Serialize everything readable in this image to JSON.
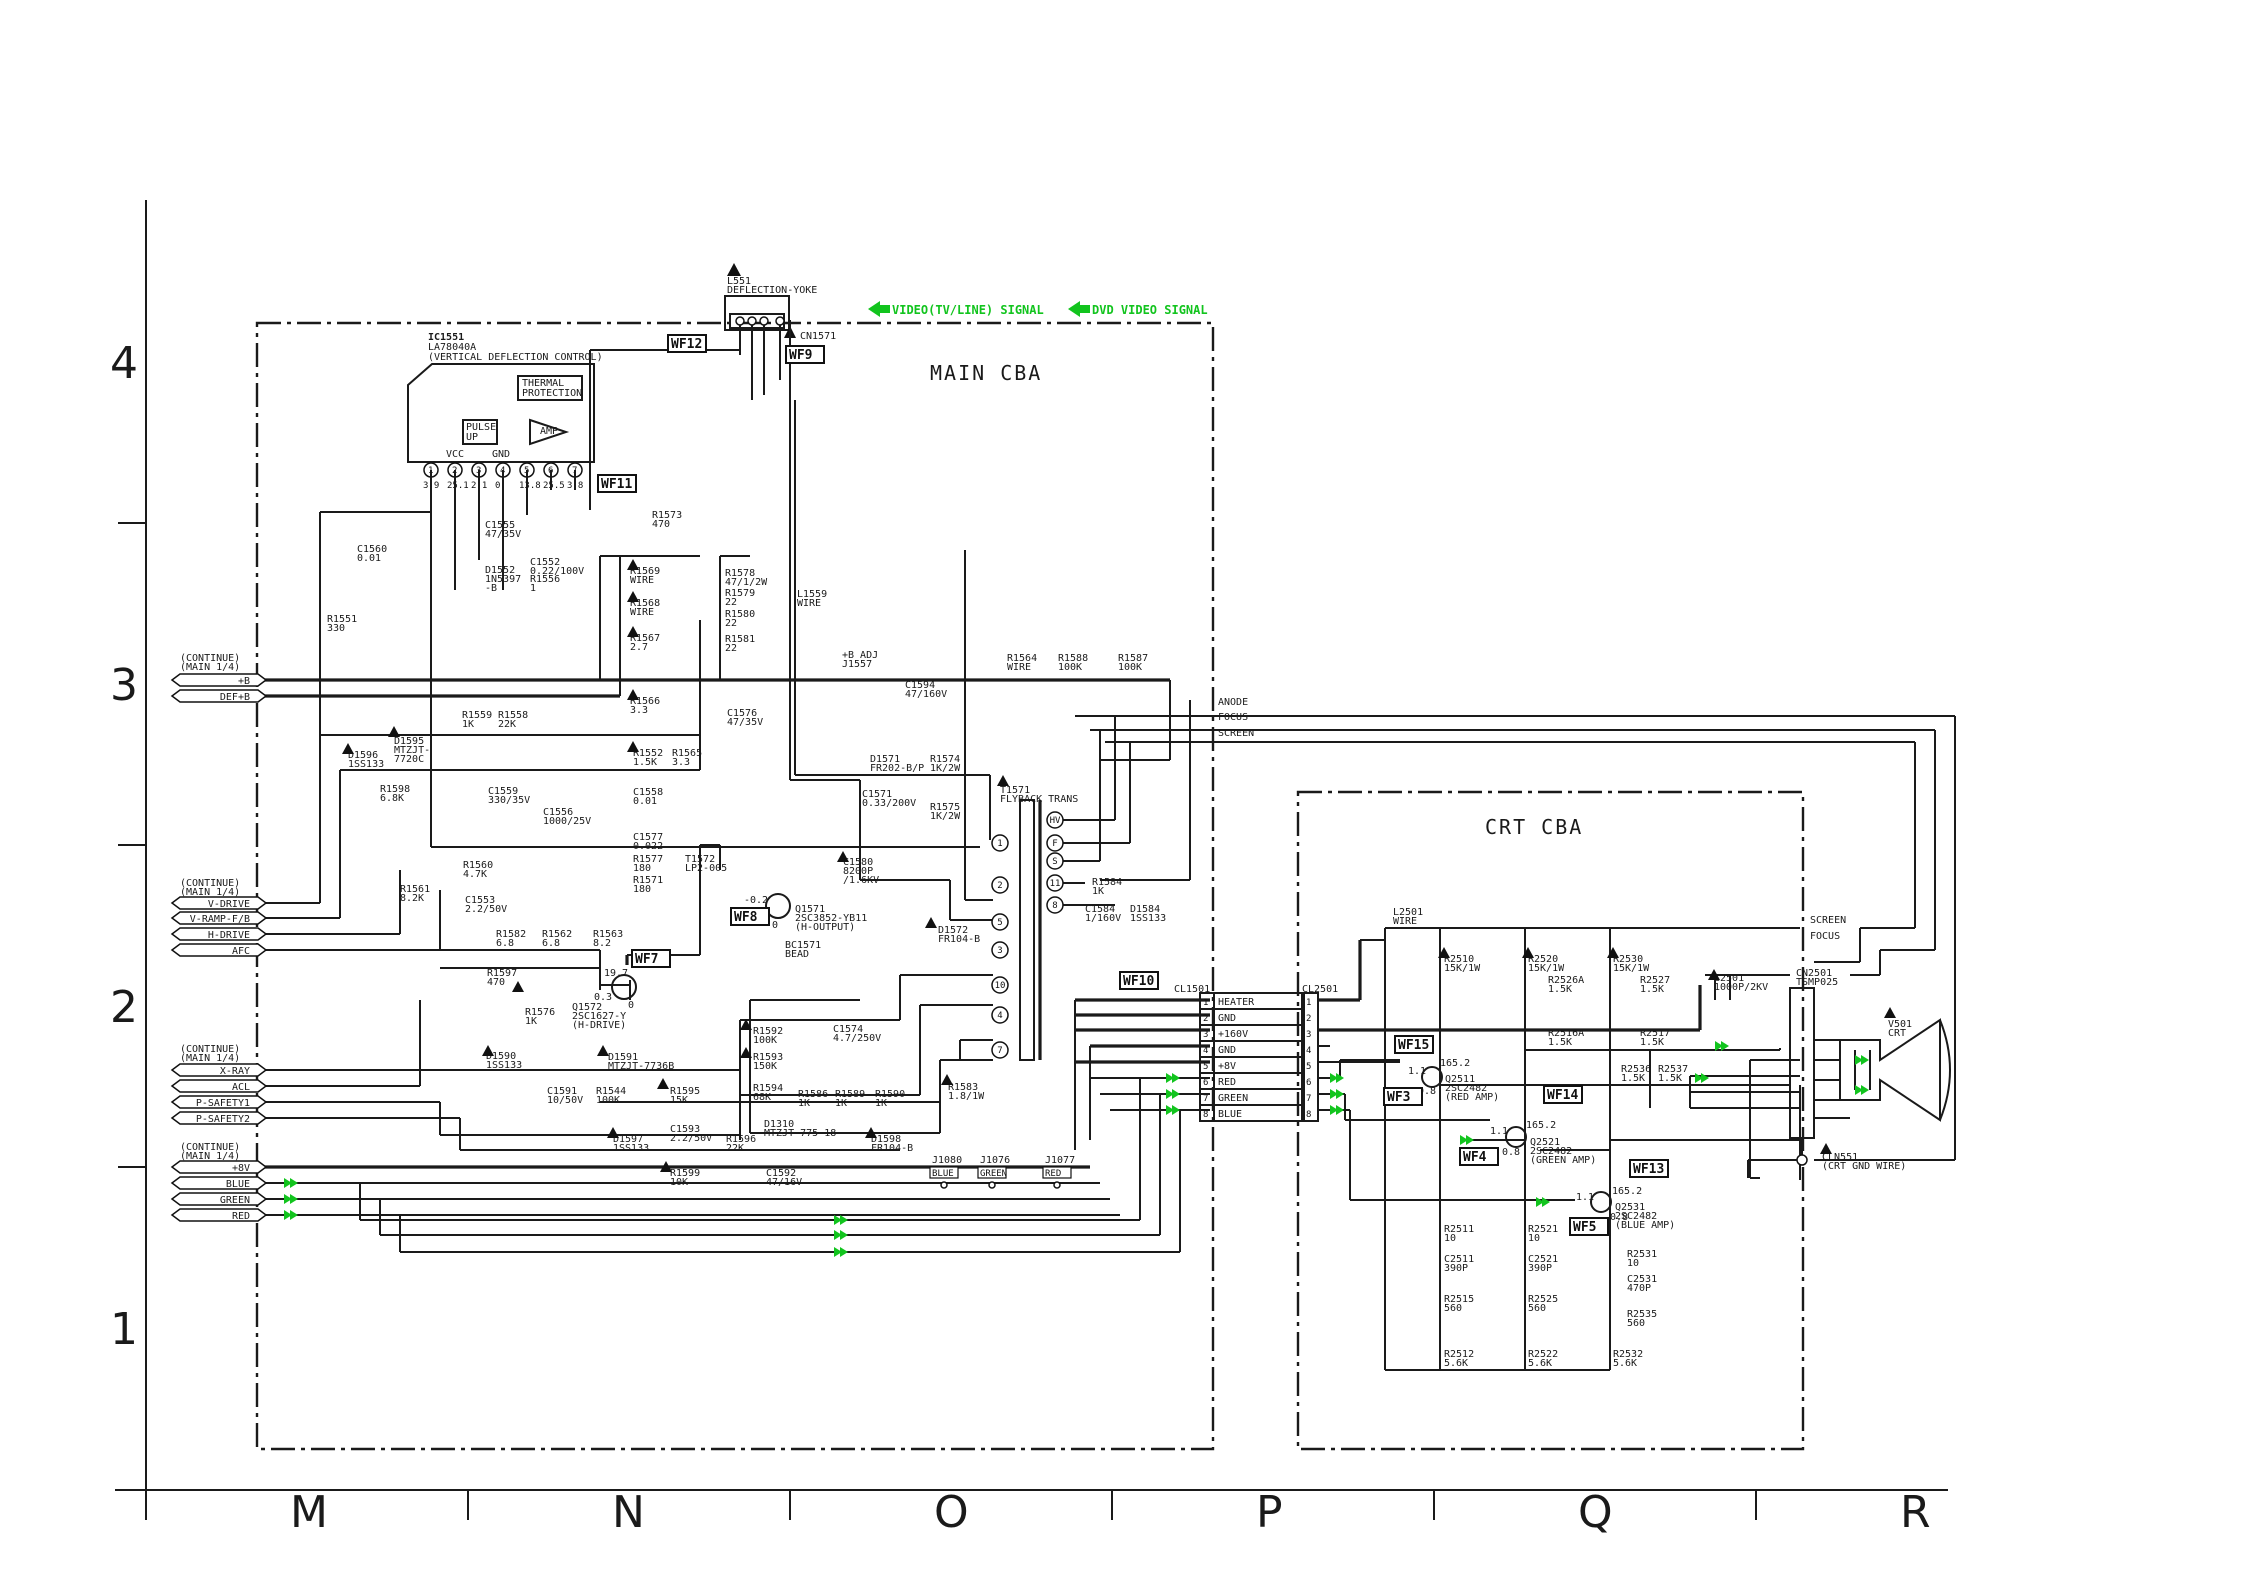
{
  "grid": {
    "rows": [
      "4",
      "3",
      "2",
      "1"
    ],
    "cols": [
      "M",
      "N",
      "O",
      "P",
      "Q",
      "R"
    ]
  },
  "legend": {
    "video": "VIDEO(TV/LINE) SIGNAL",
    "dvd": "DVD VIDEO SIGNAL"
  },
  "blocks": {
    "main": "MAIN CBA",
    "crt": "CRT CBA"
  },
  "ic": {
    "ref": "IC1551",
    "part": "LA78040A",
    "desc": "(VERTICAL DEFLECTION CONTROL)",
    "thermal1": "THERMAL",
    "thermal2": "PROTECTION",
    "pulse1": "PULSE",
    "pulse2": "UP",
    "amp": "AMP",
    "vcc": "VCC",
    "gnd": "GND",
    "pins": [
      "1",
      "2",
      "3",
      "4",
      "5",
      "6",
      "7"
    ],
    "volts": [
      "3.9",
      "25.1",
      "2.1",
      "0",
      "13.8",
      "25.5",
      "3.8"
    ]
  },
  "yoke": {
    "ref": "L551",
    "name": "DEFLECTION-YOKE",
    "cn": "CN1571"
  },
  "wf": [
    "WF12",
    "WF9",
    "WF11",
    "WF8",
    "WF7",
    "WF10",
    "WF15",
    "WF3",
    "WF14",
    "WF4",
    "WF13",
    "WF5"
  ],
  "continue": {
    "c1a": "(CONTINUE)",
    "c1b": "(MAIN 1/4)",
    "c2a": "(CONTINUE)",
    "c2b": "(MAIN 1/4)",
    "c3a": "(CONTINUE)",
    "c3b": "(MAIN 1/4)",
    "c4a": "(CONTINUE)",
    "c4b": "(MAIN 1/4)"
  },
  "ports": [
    "+B",
    "DEF+B",
    "V-DRIVE",
    "V-RAMP-F/B",
    "H-DRIVE",
    "AFC",
    "X-RAY",
    "ACL",
    "P-SAFETY1",
    "P-SAFETY2",
    "+8V",
    "BLUE",
    "GREEN",
    "RED"
  ],
  "components": [
    {
      "id": "c1560",
      "a": "C1560",
      "b": "0.01"
    },
    {
      "id": "r1551",
      "a": "R1551",
      "b": "330"
    },
    {
      "id": "c1555",
      "a": "C1555",
      "b": "47/35V"
    },
    {
      "id": "r1573",
      "a": "R1573",
      "b": "470"
    },
    {
      "id": "d1552",
      "a": "D1552",
      "b": "1N5397",
      "c": "-B"
    },
    {
      "id": "c1552",
      "a": "C1552",
      "b": "0.22/100V"
    },
    {
      "id": "r1556",
      "a": "R1556",
      "b": "1"
    },
    {
      "id": "r1569",
      "a": "R1569",
      "b": "WIRE"
    },
    {
      "id": "r1568",
      "a": "R1568",
      "b": "WIRE"
    },
    {
      "id": "r1567",
      "a": "R1567",
      "b": "2.7"
    },
    {
      "id": "r1578",
      "a": "R1578",
      "b": "47/1/2W"
    },
    {
      "id": "r1579",
      "a": "R1579",
      "b": "22"
    },
    {
      "id": "r1580",
      "a": "R1580",
      "b": "22"
    },
    {
      "id": "r1581",
      "a": "R1581",
      "b": "22"
    },
    {
      "id": "l1559",
      "a": "L1559",
      "b": "WIRE"
    },
    {
      "id": "j1557",
      "a": "+B ADJ",
      "b": "J1557"
    },
    {
      "id": "c1594",
      "a": "C1594",
      "b": "47/160V"
    },
    {
      "id": "r1564",
      "a": "R1564",
      "b": "WIRE"
    },
    {
      "id": "r1588",
      "a": "R1588",
      "b": "100K"
    },
    {
      "id": "r1587",
      "a": "R1587",
      "b": "100K"
    },
    {
      "id": "r1566",
      "a": "R1566",
      "b": "3.3"
    },
    {
      "id": "c1576",
      "a": "C1576",
      "b": "47/35V"
    },
    {
      "id": "r1559",
      "a": "R1559",
      "b": "1K"
    },
    {
      "id": "r1558",
      "a": "R1558",
      "b": "22K"
    },
    {
      "id": "r1552",
      "a": "R1552",
      "b": "1.5K"
    },
    {
      "id": "r1565",
      "a": "R1565",
      "b": "3.3"
    },
    {
      "id": "d1596",
      "a": "D1596",
      "b": "1SS133"
    },
    {
      "id": "d1595",
      "a": "D1595",
      "b": "MTZJT-",
      "c": "7720C"
    },
    {
      "id": "r1598",
      "a": "R1598",
      "b": "6.8K"
    },
    {
      "id": "c1559",
      "a": "C1559",
      "b": "330/35V"
    },
    {
      "id": "c1556",
      "a": "C1556",
      "b": "1000/25V"
    },
    {
      "id": "c1558",
      "a": "C1558",
      "b": "0.01"
    },
    {
      "id": "c1571",
      "a": "C1571",
      "b": "0.33/200V"
    },
    {
      "id": "d1571",
      "a": "D1571",
      "b": "FR202-B/P"
    },
    {
      "id": "r1574",
      "a": "R1574",
      "b": "1K/2W"
    },
    {
      "id": "r1575",
      "a": "R1575",
      "b": "1K/2W"
    },
    {
      "id": "t1571",
      "a": "T1571",
      "b": "FLYBACK TRANS"
    },
    {
      "id": "c1577",
      "a": "C1577",
      "b": "0.022"
    },
    {
      "id": "r1577",
      "a": "R1577",
      "b": "180"
    },
    {
      "id": "r1571",
      "a": "R1571",
      "b": "180"
    },
    {
      "id": "t1572",
      "a": "T1572",
      "b": "LP2-005"
    },
    {
      "id": "c1580",
      "a": "C1580",
      "b": "8200P",
      "c": "/1.6KV"
    },
    {
      "id": "r1560",
      "a": "R1560",
      "b": "4.7K"
    },
    {
      "id": "r1561",
      "a": "R1561",
      "b": "8.2K"
    },
    {
      "id": "c1553",
      "a": "C1553",
      "b": "2.2/50V"
    },
    {
      "id": "r1582",
      "a": "R1582",
      "b": "6.8"
    },
    {
      "id": "r1562",
      "a": "R1562",
      "b": "6.8"
    },
    {
      "id": "r1563",
      "a": "R1563",
      "b": "8.2"
    },
    {
      "id": "q1571",
      "a": "Q1571",
      "b": "2SC3852-YB11",
      "c": "(H-OUTPUT)"
    },
    {
      "id": "bc1571",
      "a": "BC1571",
      "b": "BEAD"
    },
    {
      "id": "r1584",
      "a": "R1584",
      "b": "1K"
    },
    {
      "id": "c1584",
      "a": "C1584",
      "b": "1/160V"
    },
    {
      "id": "d1584",
      "a": "D1584",
      "b": "1SS133"
    },
    {
      "id": "d1572",
      "a": "D1572",
      "b": "FR104-B"
    },
    {
      "id": "r1597",
      "a": "R1597",
      "b": "470"
    },
    {
      "id": "r1576",
      "a": "R1576",
      "b": "1K"
    },
    {
      "id": "q1572",
      "a": "Q1572",
      "b": "2SC1627-Y",
      "c": "(H-DRIVE)"
    },
    {
      "id": "r1592",
      "a": "R1592",
      "b": "100K"
    },
    {
      "id": "c1574",
      "a": "C1574",
      "b": "4.7/250V"
    },
    {
      "id": "r1593",
      "a": "R1593",
      "b": "150K"
    },
    {
      "id": "d1590",
      "a": "D1590",
      "b": "1SS133"
    },
    {
      "id": "d1591",
      "a": "D1591",
      "b": "MTZJT-7736B"
    },
    {
      "id": "c1591",
      "a": "C1591",
      "b": "10/50V"
    },
    {
      "id": "r1544",
      "a": "R1544",
      "b": "100K"
    },
    {
      "id": "r1595",
      "a": "R1595",
      "b": "15K"
    },
    {
      "id": "r1594",
      "a": "R1594",
      "b": "68K"
    },
    {
      "id": "r1586",
      "a": "R1586",
      "b": "1K"
    },
    {
      "id": "r1589",
      "a": "R1589",
      "b": "1K"
    },
    {
      "id": "r1590",
      "a": "R1590",
      "b": "1K"
    },
    {
      "id": "r1583",
      "a": "R1583",
      "b": "1.8/1W"
    },
    {
      "id": "c1593",
      "a": "C1593",
      "b": "2.2/50V"
    },
    {
      "id": "d1310",
      "a": "D1310",
      "b": "MTZJT-775-18"
    },
    {
      "id": "d1597",
      "a": "D1597",
      "b": "1SS133"
    },
    {
      "id": "r1596",
      "a": "R1596",
      "b": "22K"
    },
    {
      "id": "d1598",
      "a": "D1598",
      "b": "FR104-B"
    },
    {
      "id": "r1599",
      "a": "R1599",
      "b": "10K"
    },
    {
      "id": "c1592",
      "a": "C1592",
      "b": "47/16V"
    },
    {
      "id": "r2510",
      "a": "R2510",
      "b": "15K/1W"
    },
    {
      "id": "r2520",
      "a": "R2520",
      "b": "15K/1W"
    },
    {
      "id": "r2530",
      "a": "R2530",
      "b": "15K/1W"
    },
    {
      "id": "l2501",
      "a": "L2501",
      "b": "WIRE"
    },
    {
      "id": "r2526a",
      "a": "R2526A",
      "b": "1.5K"
    },
    {
      "id": "r2527",
      "a": "R2527",
      "b": "1.5K"
    },
    {
      "id": "c2501",
      "a": "C2501",
      "b": "1000P/2KV"
    },
    {
      "id": "r2516a",
      "a": "R2516A",
      "b": "1.5K"
    },
    {
      "id": "r2517",
      "a": "R2517",
      "b": "1.5K"
    },
    {
      "id": "r2536",
      "a": "R2536",
      "b": "1.5K"
    },
    {
      "id": "r2537b",
      "a": "R2537",
      "b": "1.5K"
    },
    {
      "id": "q2511",
      "a": "Q2511",
      "b": "2SC2482",
      "c": "(RED AMP)"
    },
    {
      "id": "q2521",
      "a": "Q2521",
      "b": "2SC2482",
      "c": "(GREEN AMP)"
    },
    {
      "id": "q2531",
      "a": "Q2531",
      "b": "2SC2482",
      "c": "(BLUE AMP)"
    },
    {
      "id": "r2511",
      "a": "R2511",
      "b": "10"
    },
    {
      "id": "r2521",
      "a": "R2521",
      "b": "10"
    },
    {
      "id": "r2531",
      "a": "R2531",
      "b": "10"
    },
    {
      "id": "c2511",
      "a": "C2511",
      "b": "390P"
    },
    {
      "id": "c2521",
      "a": "C2521",
      "b": "390P"
    },
    {
      "id": "c2531",
      "a": "C2531",
      "b": "470P"
    },
    {
      "id": "r2515",
      "a": "R2515",
      "b": "560"
    },
    {
      "id": "r2525",
      "a": "R2525",
      "b": "560"
    },
    {
      "id": "r2535",
      "a": "R2535",
      "b": "560"
    },
    {
      "id": "r2512",
      "a": "R2512",
      "b": "5.6K"
    },
    {
      "id": "r2522",
      "a": "R2522",
      "b": "5.6K"
    },
    {
      "id": "r2532",
      "a": "R2532",
      "b": "5.6K"
    },
    {
      "id": "cn2501",
      "a": "CN2501",
      "b": "TSMP025"
    },
    {
      "id": "v501",
      "a": "V501",
      "b": "CRT"
    },
    {
      "id": "cln551",
      "a": "CLN551",
      "b": "(CRT GND WIRE)"
    }
  ],
  "conn_cl1501": {
    "ref": "CL1501",
    "labels": [
      "HEATER",
      "GND",
      "+160V",
      "GND",
      "+8V",
      "RED",
      "GREEN",
      "BLUE"
    ],
    "nums": [
      "1",
      "2",
      "3",
      "4",
      "5",
      "6",
      "7",
      "8"
    ]
  },
  "conn_cl2501": {
    "ref": "CL2501",
    "nums": [
      "1",
      "2",
      "3",
      "4",
      "5",
      "6",
      "7",
      "8"
    ]
  },
  "hv_labels": {
    "anode": "ANODE",
    "focus": "FOCUS",
    "screen": "SCREEN",
    "screen2": "SCREEN",
    "focus2": "FOCUS"
  },
  "flyback_pins": [
    "HV",
    "F",
    "S",
    "11",
    "8",
    "1",
    "2",
    "5",
    "3",
    "10",
    "4",
    "7"
  ],
  "jacks": [
    {
      "ref": "J1080",
      "label": "BLUE"
    },
    {
      "ref": "J1076",
      "label": "GREEN"
    },
    {
      "ref": "J1077",
      "label": "RED"
    }
  ],
  "volts": {
    "q1571b": "-0.2",
    "q1571e": "0",
    "q1572c": "19.7",
    "q1572b": "0.3",
    "q1572e": "0",
    "q2511c": "165.2",
    "q2511b": "1.1",
    "q2511e": "0.8",
    "q2521c": "165.2",
    "q2521b": "1.1",
    "q2521e": "0.8",
    "q2531c": "165.2",
    "q2531b": "1.1",
    "q2531e": "0.8"
  },
  "colors": {
    "line": "#1a1a1a",
    "signal": "#12c41e"
  }
}
